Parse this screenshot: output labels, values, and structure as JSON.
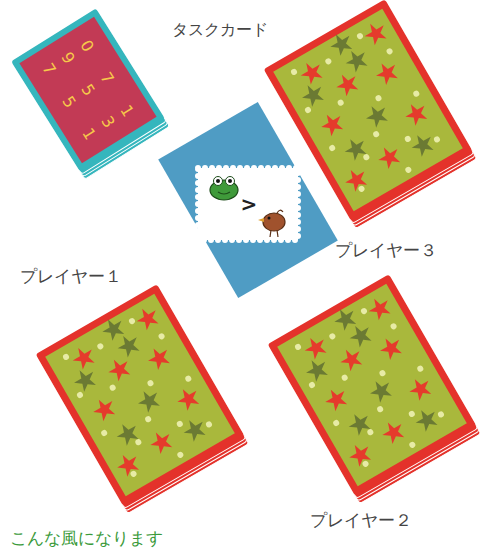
{
  "diagram": {
    "caption": "こんな風になります",
    "labels": [
      "タスクカード",
      "0",
      "7",
      "1",
      "9",
      "5",
      "3",
      "7",
      "5",
      "1",
      ">",
      "プレイヤー３",
      "プレイヤー１",
      "プレイヤー２"
    ]
  }
}
